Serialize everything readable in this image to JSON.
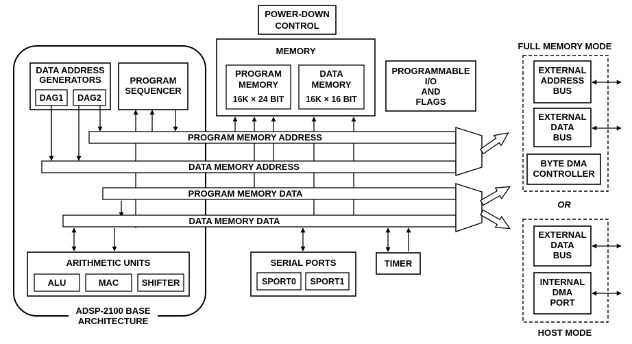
{
  "power_down": [
    "POWER-DOWN",
    "CONTROL"
  ],
  "memory": {
    "title": "MEMORY",
    "program_memory": [
      "PROGRAM",
      "MEMORY",
      "16K × 24 BIT"
    ],
    "data_memory": [
      "DATA",
      "MEMORY",
      "16K  × 16 BIT"
    ]
  },
  "programmable_io": [
    "PROGRAMMABLE",
    "I/O",
    "AND",
    "FLAGS"
  ],
  "dag": {
    "title": [
      "DATA ADDRESS",
      "GENERATORS"
    ],
    "dag1": "DAG1",
    "dag2": "DAG2"
  },
  "program_sequencer": [
    "PROGRAM",
    "SEQUENCER"
  ],
  "buses": {
    "pma": "PROGRAM MEMORY ADDRESS",
    "dma": "DATA MEMORY ADDRESS",
    "pmd": "PROGRAM MEMORY DATA",
    "dmd": "DATA MEMORY DATA"
  },
  "arithmetic_units": {
    "title": "ARITHMETIC UNITS",
    "alu": "ALU",
    "mac": "MAC",
    "shifter": "SHIFTER"
  },
  "serial_ports": {
    "title": "SERIAL PORTS",
    "sport0": "SPORT0",
    "sport1": "SPORT1"
  },
  "timer": "TIMER",
  "base_architecture": [
    "ADSP-2100 BASE",
    "ARCHITECTURE"
  ],
  "full_memory_mode": {
    "title": "FULL MEMORY MODE",
    "external_address_bus": [
      "EXTERNAL",
      "ADDRESS",
      "BUS"
    ],
    "external_data_bus": [
      "EXTERNAL",
      "DATA",
      "BUS"
    ],
    "byte_dma_controller": [
      "BYTE DMA",
      "CONTROLLER"
    ]
  },
  "or_label": "OR",
  "host_mode": {
    "title": "HOST MODE",
    "external_data_bus": [
      "EXTERNAL",
      "DATA",
      "BUS"
    ],
    "internal_dma_port": [
      "INTERNAL",
      "DMA",
      "PORT"
    ]
  }
}
